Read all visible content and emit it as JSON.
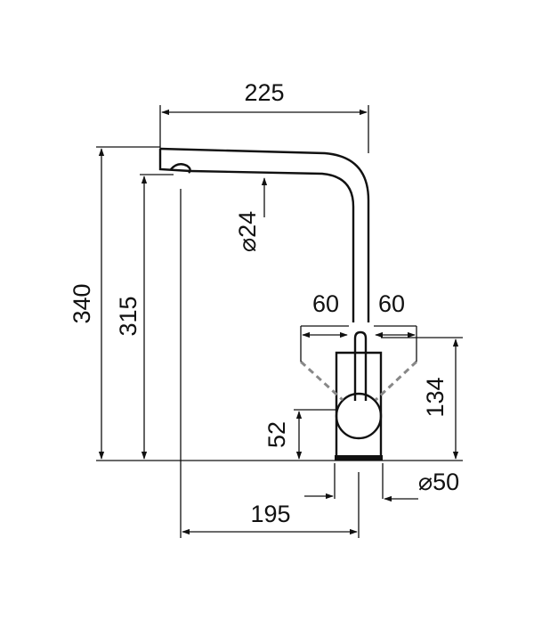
{
  "dimensions": {
    "spout_reach": "225",
    "total_height": "340",
    "spout_height": "315",
    "spout_diameter": "⌀24",
    "lever_angle_left": "60",
    "lever_angle_right": "60",
    "lever_height": "134",
    "handle_axis_height": "52",
    "base_diameter": "⌀50",
    "spout_offset": "195"
  },
  "colors": {
    "line": "#111111",
    "dashed_lever": "#888888",
    "background": "#ffffff"
  }
}
